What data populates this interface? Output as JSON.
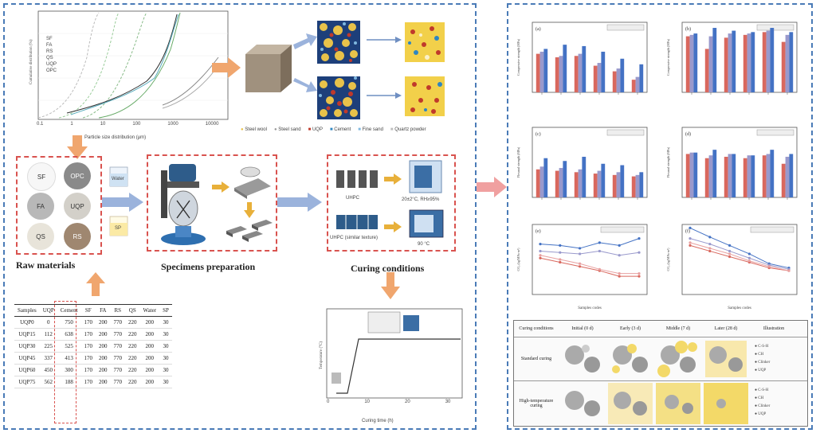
{
  "left_panel": {
    "psd_chart": {
      "ylabel": "Cumulative distribution (%)",
      "xlabel": "Particle size distribution (μm)",
      "xticks": [
        "0.1",
        "1",
        "10",
        "100",
        "1000",
        "10000"
      ],
      "curve_labels": [
        "SF",
        "FA",
        "RS",
        "QS",
        "UQP",
        "OPC"
      ]
    },
    "legend_3d": [
      "Steel wool",
      "Steel sand",
      "UQP",
      "Cement",
      "Fine sand",
      "Quartz powder"
    ],
    "raw_materials": {
      "title": "Raw materials",
      "items": [
        "SF",
        "OPC",
        "FA",
        "UQP",
        "QS",
        "RS"
      ]
    },
    "prep": {
      "title": "Specimens preparation",
      "water_label": "Water",
      "sp_label": "SP"
    },
    "curing": {
      "title": "Curing conditions",
      "label1": "UHPC",
      "label2": "20±2°C, RH≥95%",
      "label3": "UHPC (similar texture)",
      "label4": "90 °C"
    },
    "mix_table": {
      "headers": [
        "Samples",
        "UQP",
        "Cement",
        "SF",
        "FA",
        "RS",
        "QS",
        "Water",
        "SP"
      ],
      "rows": [
        [
          "UQP0",
          "0",
          "750",
          "170",
          "200",
          "770",
          "220",
          "200",
          "30"
        ],
        [
          "UQP15",
          "112",
          "638",
          "170",
          "200",
          "770",
          "220",
          "200",
          "30"
        ],
        [
          "UQP30",
          "225",
          "525",
          "170",
          "200",
          "770",
          "220",
          "200",
          "30"
        ],
        [
          "UQP45",
          "337",
          "413",
          "170",
          "200",
          "770",
          "220",
          "200",
          "30"
        ],
        [
          "UQP60",
          "450",
          "300",
          "170",
          "200",
          "770",
          "220",
          "200",
          "30"
        ],
        [
          "UQP75",
          "562",
          "188",
          "170",
          "200",
          "770",
          "220",
          "200",
          "30"
        ]
      ]
    },
    "curing_chart": {
      "ylabel": "Temperature (°C)",
      "xlabel": "Curing time (h)",
      "xticks": [
        "0",
        "10",
        "20",
        "30"
      ]
    }
  },
  "right_panel": {
    "bar_charts": [
      {
        "label": "(a)",
        "ylabel": "Compressive strength (MPa)",
        "series": [
          {
            "color": "#d9685e",
            "values": [
              55,
              50,
              52,
              38,
              30,
              18
            ]
          },
          {
            "color": "#9999cc",
            "values": [
              58,
              52,
              55,
              42,
              34,
              22
            ]
          },
          {
            "color": "#4472c4",
            "values": [
              62,
              68,
              66,
              58,
              48,
              40
            ]
          }
        ]
      },
      {
        "label": "(b)",
        "ylabel": "Compressive strength (MPa)",
        "series": [
          {
            "color": "#d9685e",
            "values": [
              80,
              62,
              78,
              82,
              86,
              72
            ]
          },
          {
            "color": "#9999cc",
            "values": [
              82,
              80,
              84,
              84,
              88,
              82
            ]
          },
          {
            "color": "#4472c4",
            "values": [
              84,
              92,
              88,
              86,
              92,
              86
            ]
          }
        ]
      },
      {
        "label": "(c)",
        "ylabel": "Flexural strength (MPa)",
        "series": [
          {
            "color": "#d9685e",
            "values": [
              40,
              38,
              36,
              34,
              32,
              30
            ]
          },
          {
            "color": "#9999cc",
            "values": [
              44,
              42,
              40,
              38,
              36,
              32
            ]
          },
          {
            "color": "#4472c4",
            "values": [
              56,
              52,
              58,
              48,
              46,
              36
            ]
          }
        ]
      },
      {
        "label": "(d)",
        "ylabel": "Flexural strength (MPa)",
        "series": [
          {
            "color": "#d9685e",
            "values": [
              62,
              56,
              58,
              56,
              60,
              48
            ]
          },
          {
            "color": "#9999cc",
            "values": [
              64,
              60,
              62,
              60,
              62,
              58
            ]
          },
          {
            "color": "#4472c4",
            "values": [
              64,
              68,
              62,
              60,
              68,
              62
            ]
          }
        ]
      }
    ],
    "line_charts": [
      {
        "label": "(e)",
        "ylabel": "CO₂ (kg/MPa·m³)",
        "xlabel": "Samples codes",
        "series": [
          {
            "color": "#4472c4",
            "values": [
              0.72,
              0.7,
              0.66,
              0.74,
              0.7,
              0.8
            ]
          },
          {
            "color": "#9999cc",
            "values": [
              0.62,
              0.6,
              0.58,
              0.62,
              0.56,
              0.6
            ]
          },
          {
            "color": "#d9685e",
            "values": [
              0.52,
              0.46,
              0.4,
              0.34,
              0.26,
              0.26
            ]
          },
          {
            "color": "#e8a0a0",
            "values": [
              0.56,
              0.5,
              0.44,
              0.36,
              0.3,
              0.3
            ]
          }
        ]
      },
      {
        "label": "(f)",
        "ylabel": "CO₂ (kg/MPa·m³)",
        "xlabel": "Samples codes",
        "series": [
          {
            "color": "#4472c4",
            "values": [
              0.95,
              0.82,
              0.7,
              0.58,
              0.44,
              0.38
            ]
          },
          {
            "color": "#9999cc",
            "values": [
              0.8,
              0.72,
              0.62,
              0.52,
              0.42,
              0.36
            ]
          },
          {
            "color": "#d9685e",
            "values": [
              0.7,
              0.62,
              0.54,
              0.46,
              0.38,
              0.34
            ]
          },
          {
            "color": "#e8a0a0",
            "values": [
              0.74,
              0.66,
              0.58,
              0.48,
              0.4,
              0.34
            ]
          }
        ]
      }
    ],
    "curing_table": {
      "headers": [
        "Curing conditions",
        "Initial (0 d)",
        "Early (3 d)",
        "Middle (7 d)",
        "Later (28 d)",
        "Illustration"
      ],
      "rows": [
        "Standard curing",
        "High-temperature curing"
      ]
    }
  }
}
